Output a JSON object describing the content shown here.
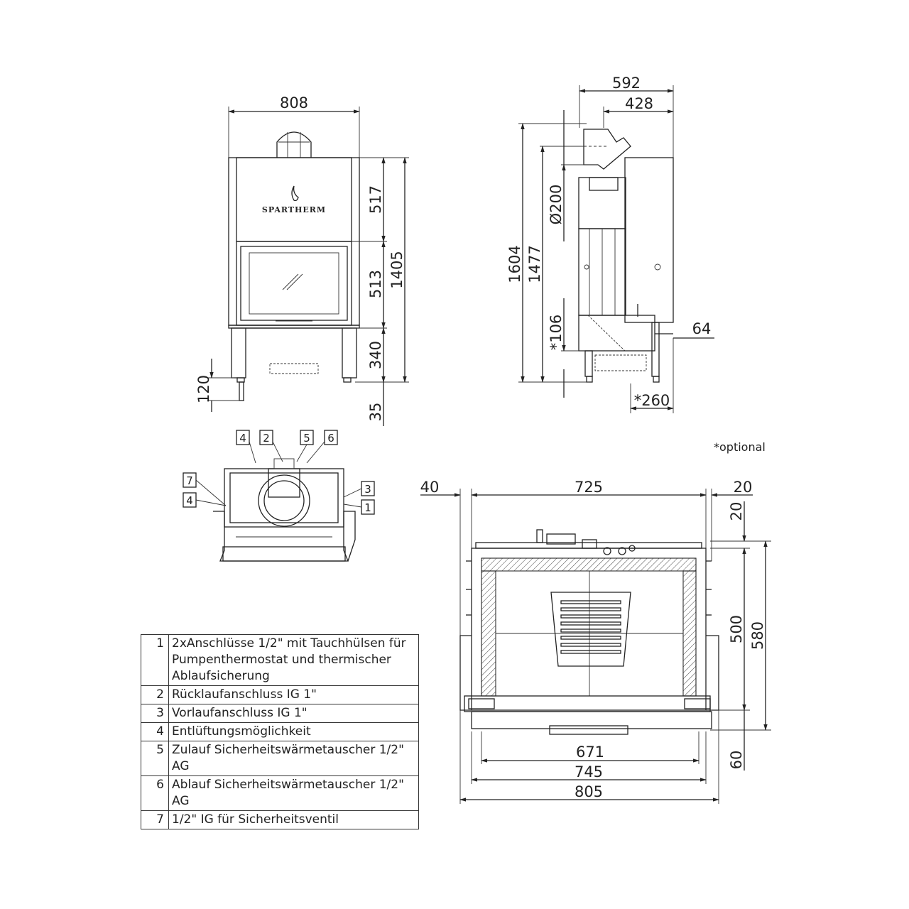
{
  "front_view": {
    "dims": {
      "width": "808",
      "upper": "517",
      "middle": "513",
      "lower": "340",
      "total": "1405",
      "feet": "35",
      "left_height": "120"
    },
    "brand": "SPARTHERM"
  },
  "side_view": {
    "dims": {
      "depth": "592",
      "inner_depth": "428",
      "total_height": "1604",
      "height2": "1477",
      "flue": "Ø200",
      "opt_height": "*106",
      "offset": "64",
      "opt_depth": "*260"
    }
  },
  "optional_note": "*optional",
  "top_view": {
    "markers": [
      "4",
      "2",
      "5",
      "6",
      "7",
      "4",
      "3",
      "1"
    ]
  },
  "plan_view": {
    "dims": {
      "left_margin": "40",
      "width": "725",
      "right_margin": "20",
      "top_margin": "20",
      "depth": "500",
      "total_depth": "580",
      "front": "60",
      "inner": "671",
      "mid": "745",
      "outer": "805"
    }
  },
  "legend": [
    {
      "num": "1",
      "text": "2xAnschlüsse 1/2\" mit Tauchhülsen für Pumpenthermostat und thermischer Ablaufsicherung"
    },
    {
      "num": "2",
      "text": "Rücklaufanschluss IG 1\""
    },
    {
      "num": "3",
      "text": "Vorlaufanschluss IG 1\""
    },
    {
      "num": "4",
      "text": "Entlüftungsmöglichkeit"
    },
    {
      "num": "5",
      "text": "Zulauf Sicherheitswärmetauscher  1/2\" AG"
    },
    {
      "num": "6",
      "text": "Ablauf Sicherheitswärmetauscher 1/2\" AG"
    },
    {
      "num": "7",
      "text": "1/2\" IG für Sicherheitsventil"
    }
  ]
}
